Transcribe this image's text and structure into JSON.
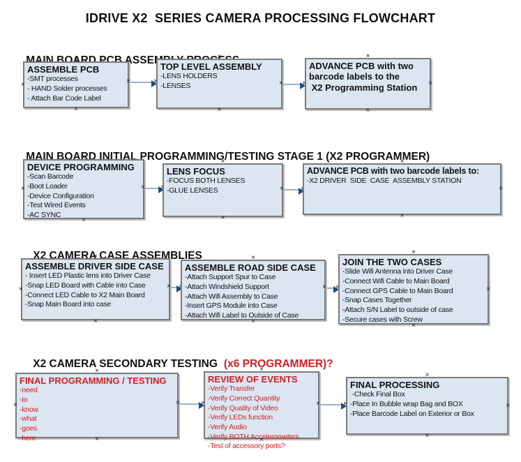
{
  "title": "IDRIVE X2  SERIES CAMERA PROCESSING FLOWCHART",
  "colors": {
    "background": "#ffffff",
    "box_fill": "#dce6f1",
    "box_border": "#7a7a7a",
    "arrow_line": "#95b3d7",
    "arrow_head": "#24497e",
    "red_text": "#cc2127",
    "black_text": "#111111"
  },
  "sections": [
    {
      "heading": "MAIN BOARD PCB ASSEMBLY PROCESS",
      "boxes": [
        {
          "title": "ASSEMBLE PCB",
          "lines": [
            "-SMT processes",
            "- HAND Solder processes",
            "- Attach Bar Code Label"
          ]
        },
        {
          "title": "TOP LEVEL ASSEMBLY",
          "lines": [
            "-LENS HOLDERS",
            "-LENSES"
          ]
        },
        {
          "title": "ADVANCE PCB with two barcode labels to the\n X2 Programming Station",
          "lines": []
        }
      ]
    },
    {
      "heading": "MAIN BOARD INITIAL PROGRAMMING/TESTING STAGE 1 (X2 PROGRAMMER)",
      "boxes": [
        {
          "title": "DEVICE PROGRAMMING",
          "lines": [
            "-Scan Barcode",
            "-Boot Loader",
            "-Device Configuration",
            "-Test Wired Events",
            "-AC SYNC"
          ]
        },
        {
          "title": "LENS FOCUS",
          "lines": [
            "-FOCUS BOTH LENSES",
            "-GLUE LENSES"
          ]
        },
        {
          "title": "ADVANCE PCB with two barcode labels to:",
          "lines": [
            "-X2 DRIVER  SIDE  CASE  ASSEMBLY STATION"
          ]
        }
      ]
    },
    {
      "heading": "X2 CAMERA CASE ASSEMBLIES",
      "boxes": [
        {
          "title": "ASSEMBLE DRIVER SIDE CASE",
          "lines": [
            "- Insert LED Plastic lens into Driver Case",
            "-Snap LED Board with Cable into Case",
            "-Connect LED Cable to X2 Main Board",
            "-Snap Main Board into case"
          ]
        },
        {
          "title": "ASSEMBLE ROAD SIDE CASE",
          "lines": [
            "-Attach Support Spur to Case",
            "-Attach Windshield Support",
            "-Attach Wifi Assembly to Case",
            "-Insert GPS Module into Case",
            "-Attach Wifi Label to Outside of Case"
          ]
        },
        {
          "title": "JOIN THE TWO CASES",
          "lines": [
            "-Slide Wifi Antenna into Driver Case",
            "-Connect Wifi Cable to Main Board",
            "-Connect GPS Cable to Main Board",
            "-Snap Cases Together",
            "-Attach S/N Label to outside of case",
            "-Secure cases with Screw"
          ]
        }
      ]
    },
    {
      "heading": "X2 CAMERA SECONDARY TESTING",
      "heading_suffix": "(x6 PROGRAMMER)?",
      "boxes": [
        {
          "title": "FINAL PROGRAMMING / TESTING",
          "lines": [
            "-need",
            "-to",
            "-know",
            "-what",
            "-goes",
            "-here"
          ]
        },
        {
          "title": "REVIEW OF EVENTS",
          "lines": [
            "-Verify Transfer",
            "-Verify Correct Quantity",
            "-Verify Quality of Video",
            "-Verify LEDs function",
            "-Verify Audio",
            "-Verify BOTH Accelerometers",
            "-Test of accessory ports?"
          ]
        },
        {
          "title": "FINAL PROCESSING",
          "lines": [
            " -Check Final Box",
            "-Place In Bubble wrap Bag and BOX",
            "-Place Barcode Label on Exterior or Box"
          ]
        }
      ]
    }
  ]
}
